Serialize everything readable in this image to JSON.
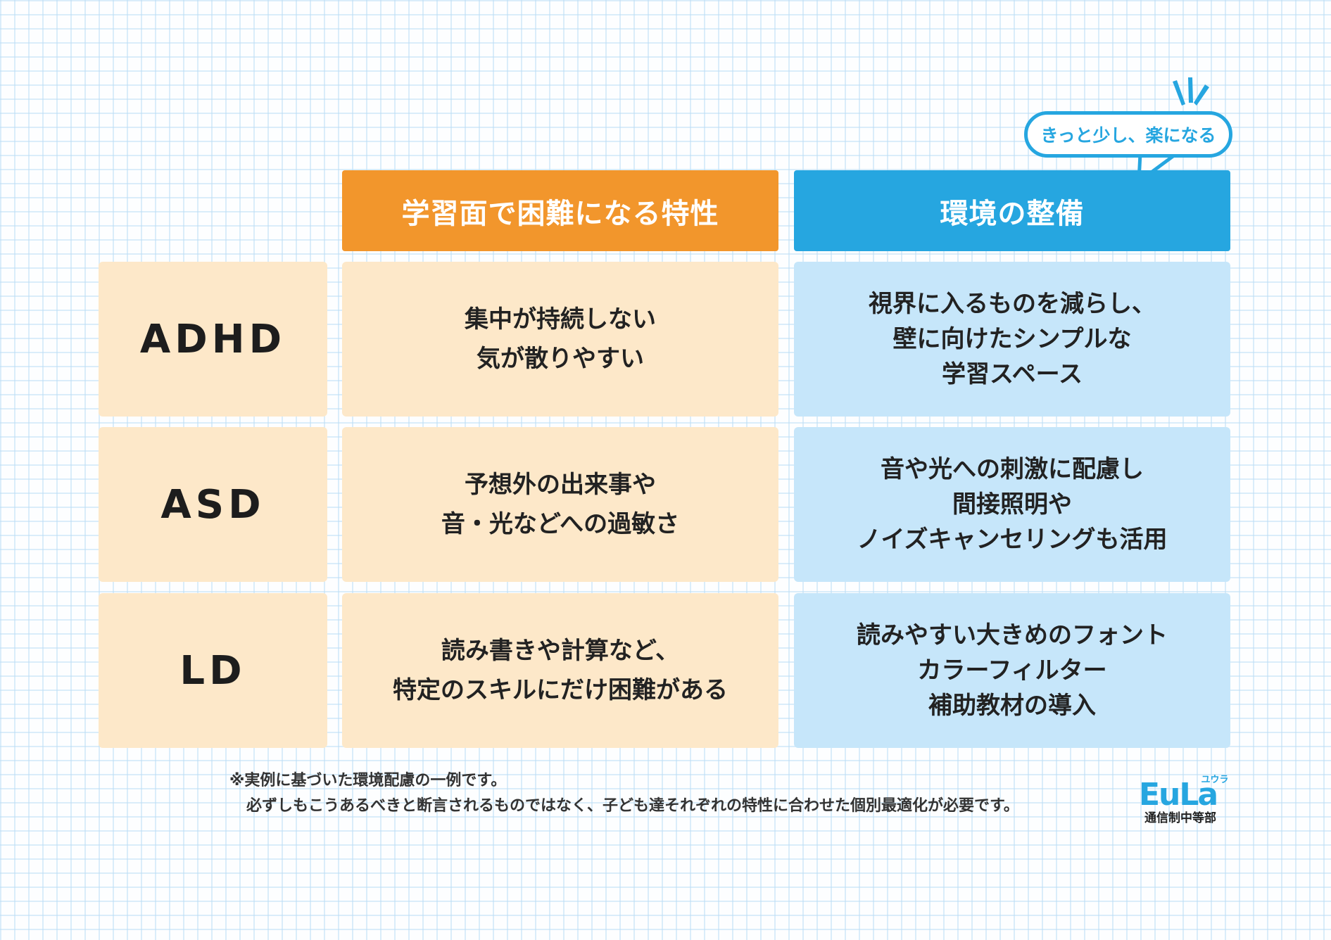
{
  "bubble": {
    "text": "きっと少し、楽になる"
  },
  "headers": {
    "traits": "学習面で困難になる特性",
    "environment": "環境の整備"
  },
  "rows": [
    {
      "label": "ADHD",
      "traits": [
        "集中が持続しない",
        "気が散りやすい"
      ],
      "environment": [
        "視界に入るものを減らし、",
        "壁に向けたシンプルな",
        "学習スペース"
      ]
    },
    {
      "label": "ASD",
      "traits": [
        "予想外の出来事や",
        "音・光などへの過敏さ"
      ],
      "environment": [
        "音や光への刺激に配慮し",
        "間接照明や",
        "ノイズキャンセリングも活用"
      ]
    },
    {
      "label": "LD",
      "traits": [
        "読み書きや計算など、",
        "特定のスキルにだけ困難がある"
      ],
      "environment": [
        "読みやすい大きめのフォント",
        "カラーフィルター",
        "補助教材の導入"
      ]
    }
  ],
  "footnote": {
    "line1": "※実例に基づいた環境配慮の一例です。",
    "line2": "必ずしもこうあるべきと断言されるものではなく、子ども達それぞれの特性に合わせた個別最適化が必要です。"
  },
  "logo": {
    "main": "EuLa",
    "kana": "ユウラ",
    "subtitle": "通信制中等部"
  },
  "colors": {
    "orange": "#f2962c",
    "blue": "#26a6e0",
    "orange_light": "#fde8c9",
    "blue_light": "#c6e6fa"
  }
}
